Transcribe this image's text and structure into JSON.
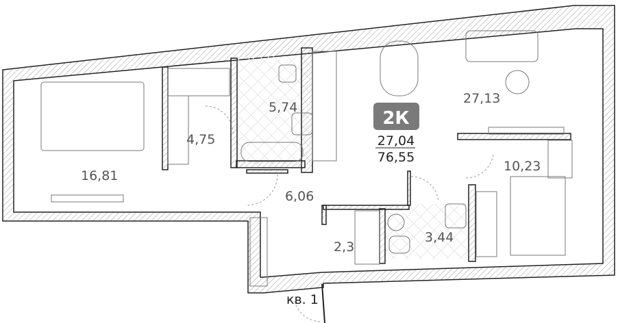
{
  "apartment": {
    "type_badge": "2К",
    "living_area": "27,04",
    "total_area": "76,55",
    "badge_color": "#7a7a7a",
    "entrance_label": "кв. 1"
  },
  "rooms": [
    {
      "name": "bedroom-left",
      "area": "16,81"
    },
    {
      "name": "wardrobe-left",
      "area": "4,75"
    },
    {
      "name": "bathroom",
      "area": "5,74"
    },
    {
      "name": "kitchen-living",
      "area": "27,13"
    },
    {
      "name": "bedroom-right",
      "area": "10,23"
    },
    {
      "name": "hallway",
      "area": "6,06"
    },
    {
      "name": "storage",
      "area": "2,3"
    },
    {
      "name": "toilet",
      "area": "3,44"
    }
  ]
}
